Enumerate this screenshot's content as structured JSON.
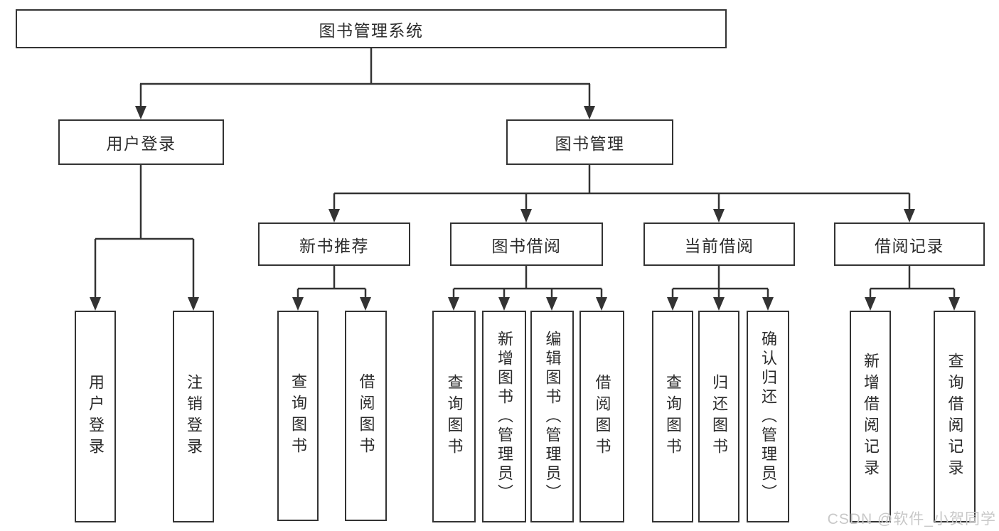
{
  "diagram": {
    "type": "hierarchy-flowchart",
    "background": "#ffffff",
    "line_color": "#333333",
    "text_color": "#2b2b2b",
    "watermark": {
      "text": "CSDN @软件_小贺同学",
      "color": "#c8c8c8"
    },
    "tree": {
      "root": {
        "label": "图书管理系统"
      },
      "branches": [
        {
          "label": "用户登录",
          "children": [
            {
              "label": "用户登录"
            },
            {
              "label": "注销登录"
            }
          ]
        },
        {
          "label": "图书管理",
          "children": [
            {
              "label": "新书推荐",
              "children": [
                {
                  "label": "查询图书"
                },
                {
                  "label": "借阅图书"
                }
              ]
            },
            {
              "label": "图书借阅",
              "children": [
                {
                  "label": "查询图书"
                },
                {
                  "label": "新增图书（管理员）"
                },
                {
                  "label": "编辑图书（管理员）"
                },
                {
                  "label": "借阅图书"
                }
              ]
            },
            {
              "label": "当前借阅",
              "children": [
                {
                  "label": "查询图书"
                },
                {
                  "label": "归还图书"
                },
                {
                  "label": "确认归还（管理员）"
                }
              ]
            },
            {
              "label": "借阅记录",
              "children": [
                {
                  "label": "新增借阅记录"
                },
                {
                  "label": "查询借阅记录"
                }
              ]
            }
          ]
        }
      ]
    }
  }
}
